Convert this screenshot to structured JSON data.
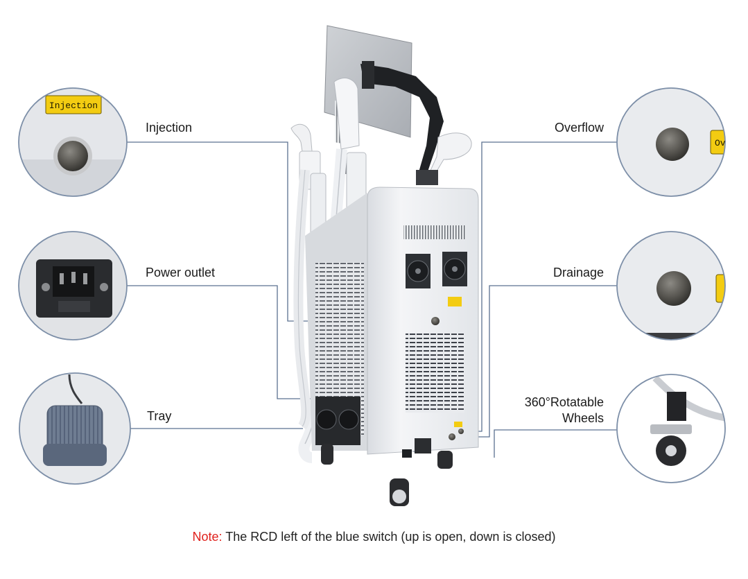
{
  "callouts": {
    "injection": {
      "label": "Injection",
      "badge": "Injection"
    },
    "power_outlet": {
      "label": "Power outlet"
    },
    "tray": {
      "label": "Tray"
    },
    "overflow": {
      "label": "Overflow",
      "badge": "Ov"
    },
    "drainage": {
      "label": "Drainage"
    },
    "wheels": {
      "label_line1": "360°Rotatable",
      "label_line2": "Wheels"
    }
  },
  "note": {
    "prefix": "Note:",
    "text": " The RCD left of the blue switch (up is open, down is closed)"
  },
  "colors": {
    "connector_line": "#5b7190",
    "circle_border": "#7d8fa8",
    "note_prefix": "#e0201c",
    "badge_yellow": "#f3cc12",
    "machine_body": "#eceef1"
  }
}
